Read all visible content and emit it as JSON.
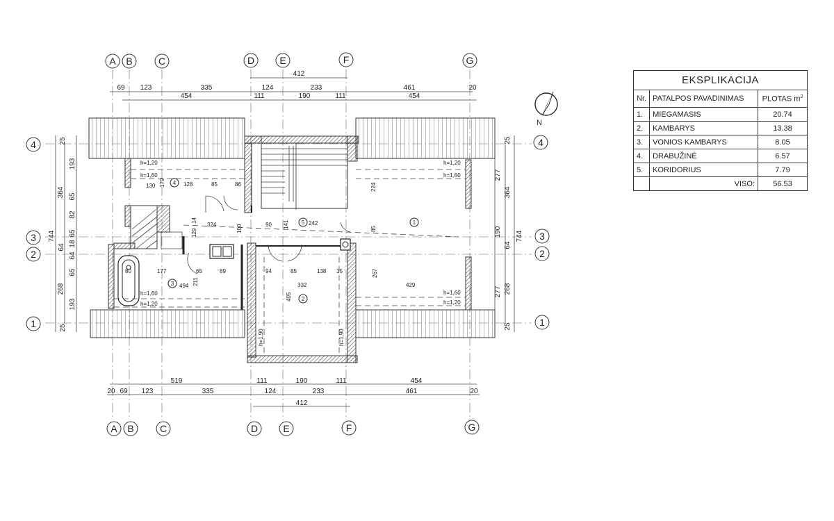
{
  "grid": {
    "columns_top": [
      "A",
      "B",
      "C",
      "D",
      "E",
      "F",
      "G"
    ],
    "columns_bottom": [
      "A",
      "B",
      "C",
      "D",
      "E",
      "F",
      "G"
    ],
    "rows_left": [
      "4",
      "3",
      "2",
      "1"
    ],
    "rows_right": [
      "4",
      "3",
      "2",
      "1"
    ]
  },
  "dims_top": {
    "row1": [
      "412"
    ],
    "row2": [
      "69",
      "123",
      "335",
      "124",
      "233",
      "461",
      "20"
    ],
    "row3": [
      "454",
      "111",
      "190",
      "111",
      "454"
    ]
  },
  "dims_bottom": {
    "row1": [
      "519",
      "111",
      "190",
      "111",
      "454"
    ],
    "row2": [
      "20",
      "69",
      "123",
      "335",
      "124",
      "233",
      "461",
      "20"
    ],
    "row3": [
      "412"
    ]
  },
  "dims_left": {
    "outer": [
      "744"
    ],
    "mid": [
      "364",
      "268"
    ],
    "inner": [
      "25",
      "193",
      "65",
      "82",
      "65",
      "64",
      "18",
      "64",
      "65",
      "193",
      "25"
    ]
  },
  "dims_right": {
    "outer": [
      "744"
    ],
    "mid": [
      "364",
      "268"
    ],
    "inner": [
      "25",
      "277",
      "190",
      "64",
      "277",
      "25"
    ]
  },
  "interior_labels": {
    "h120_a": "h=1,20",
    "h160_a": "h=1,60",
    "h120_b": "h=1,20",
    "h160_b": "h=1,60",
    "h160_c": "h=1,60",
    "h120_c": "h=1,20",
    "h160_d": "h=1,60",
    "h120_d": "h=1,20",
    "h190_a": "h=1,90",
    "h190_b": "h=1,90",
    "d130": "130",
    "d128": "128",
    "d85a": "85",
    "d86": "86",
    "d179": "179",
    "d324": "324",
    "d90": "90",
    "d242": "242",
    "d141": "141",
    "d100": "100",
    "d129": "129",
    "d14": "14",
    "d224": "224",
    "d85b": "85",
    "d177": "177",
    "d80": "80",
    "d65": "65",
    "d89": "89",
    "d94": "94",
    "d85c": "85",
    "d138": "138",
    "d15": "15",
    "d332": "332",
    "d429": "429",
    "d267": "267",
    "d494": "494",
    "d211": "211",
    "d405": "405",
    "room1": "1",
    "room2": "2",
    "room3": "3",
    "room4": "4",
    "room5": "5"
  },
  "north_arrow": "N",
  "explication": {
    "title": "EKSPLIKACIJA",
    "col_nr": "Nr.",
    "col_name": "PATALPOS PAVADINIMAS",
    "col_area": "PLOTAS m",
    "col_area_sup": "2",
    "rows": [
      {
        "nr": "1.",
        "name": "MIEGAMASIS",
        "area": "20.74"
      },
      {
        "nr": "2.",
        "name": "KAMBARYS",
        "area": "13.38"
      },
      {
        "nr": "3.",
        "name": "VONIOS KAMBARYS",
        "area": "8.05"
      },
      {
        "nr": "4.",
        "name": "DRABUŽINĖ",
        "area": "6.57"
      },
      {
        "nr": "5.",
        "name": "KORIDORIUS",
        "area": "7.79"
      }
    ],
    "total_label": "VISO:",
    "total_value": "56.53"
  }
}
